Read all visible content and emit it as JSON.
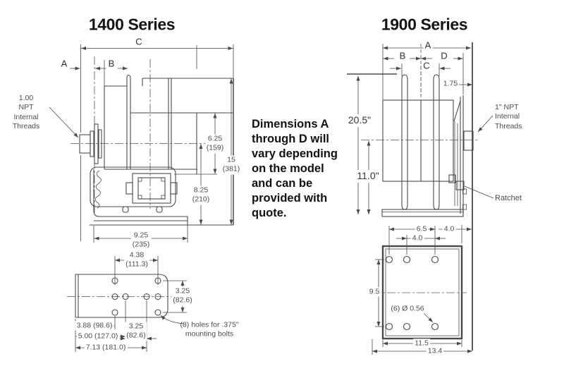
{
  "titles": {
    "s1400": "1400 Series",
    "s1900": "1900 Series"
  },
  "center_note": "Dimensions A\nthrough D will\nvary depending\non the model\nand can be\nprovided with\nquote.",
  "s1400": {
    "dim_a": "A",
    "dim_b": "B",
    "dim_c": "C",
    "npt_label": "1.00\nNPT\nInternal\nThreads",
    "dim_625": "6.25\n(159)",
    "dim_15": "15\n(381)",
    "dim_825": "8.25\n(210)",
    "dim_925": "9.25\n(235)",
    "plate": {
      "dim_438": "4.38\n(111.3)",
      "dim_325_right": "3.25\n(82.6)",
      "dim_388": "3.88 (98.6)",
      "dim_500": "5.00 (127.0)",
      "dim_713": "7.13 (181.0)",
      "dim_325_bottom": "3.25\n(82.6)",
      "holes_note": "(8) holes for .375\"\nmounting bolts"
    }
  },
  "s1900": {
    "dim_a": "A",
    "dim_b": "B",
    "dim_c": "C",
    "dim_d": "D",
    "dim_175": "1.75",
    "dim_205": "20.5\"",
    "dim_110": "11.0\"",
    "npt_label": "1\" NPT\nInternal\nThreads",
    "ratchet_label": "Ratchet",
    "plate": {
      "dim_65": "6.5",
      "dim_40_inner": "4.0",
      "dim_40_right": "4.0",
      "dim_95": "9.5",
      "holes_note": "(6) Ø 0.56",
      "dim_115": "11.5",
      "dim_134": "13.4"
    }
  }
}
